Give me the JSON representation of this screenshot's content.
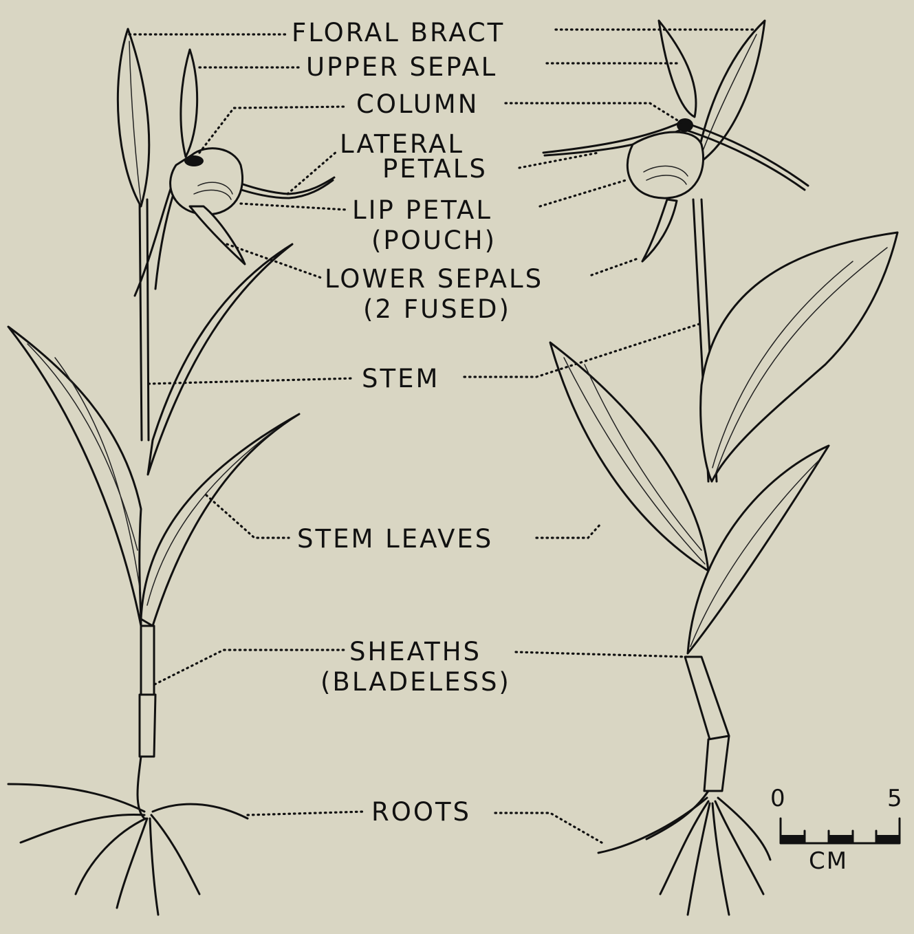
{
  "labels": {
    "floral_bract": "FLORAL BRACT",
    "upper_sepal": "UPPER SEPAL",
    "column": "COLUMN",
    "lateral_petals_1": "LATERAL",
    "lateral_petals_2": "PETALS",
    "lip_petal_1": "LIP PETAL",
    "lip_petal_2": "(POUCH)",
    "lower_sepals_1": "LOWER SEPALS",
    "lower_sepals_2": "(2 FUSED)",
    "stem": "STEM",
    "stem_leaves": "STEM LEAVES",
    "sheaths_1": "SHEATHS",
    "sheaths_2": "(BLADELESS)",
    "roots": "ROOTS"
  },
  "scale_bar": {
    "min_label": "0",
    "max_label": "5",
    "unit": "CM"
  }
}
